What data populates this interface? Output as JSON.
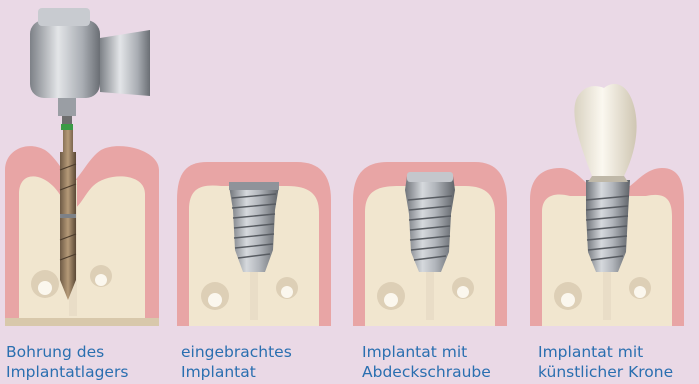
{
  "panels": [
    {
      "id": "drilling",
      "caption_line1": "Bohrung des",
      "caption_line2": "Implantatlagers"
    },
    {
      "id": "implant",
      "caption_line1": "eingebrachtes",
      "caption_line2": "Implantat"
    },
    {
      "id": "cover",
      "caption_line1": "Implantat mit",
      "caption_line2": "Abdeckschraube"
    },
    {
      "id": "crown",
      "caption_line1": "Implantat mit",
      "caption_line2": "künstlicher Krone"
    }
  ],
  "colors": {
    "background": "#ead9e6",
    "caption": "#2a6fb0",
    "gum": "#e8a5a5",
    "bone": "#f1e6cf",
    "marrow": "#d8c8ab",
    "cavity": "#e9ddc7",
    "metal": "#a7abb1",
    "crown": "#f3eee2"
  }
}
